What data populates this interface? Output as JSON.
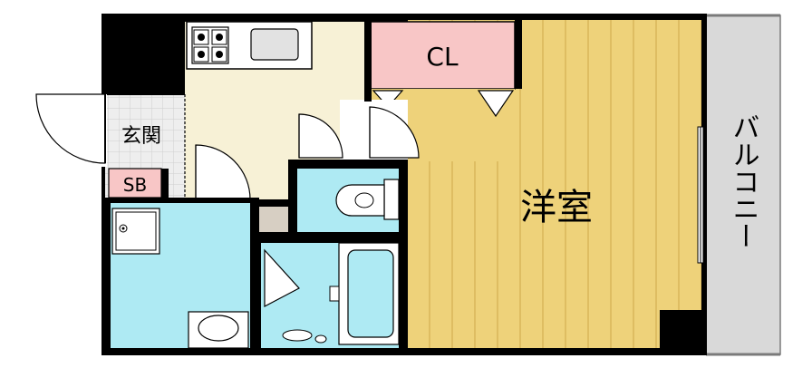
{
  "rooms": {
    "western_room": "洋室",
    "closet": "CL",
    "entrance": "玄関",
    "shoe_box": "SB",
    "balcony": "バルコニー"
  },
  "colors": {
    "western_room_floor": "#eed27a",
    "floor_stripe": "#d9b659",
    "closet": "#f8c6c6",
    "kitchen": "#f7f1d6",
    "wet_area": "#aeeaf3",
    "entrance_floor": "#e7e7e7",
    "shoe_box": "#f8c6c6",
    "balcony": "#d9d9d9",
    "wall": "#000000",
    "small_space": "#d7cfc3"
  }
}
